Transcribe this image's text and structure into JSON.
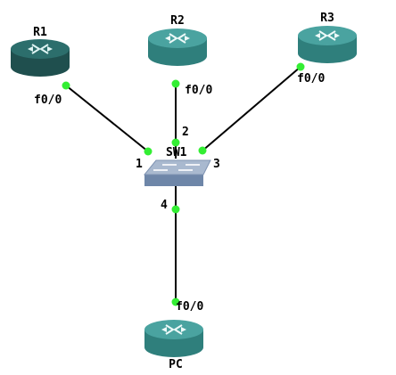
{
  "devices": {
    "r1": {
      "label": "R1"
    },
    "r2": {
      "label": "R2"
    },
    "r3": {
      "label": "R3"
    },
    "sw1": {
      "label": "SW1"
    },
    "pc": {
      "label": "PC"
    }
  },
  "ports": {
    "r1_f0_0": "f0/0",
    "r2_f0_0": "f0/0",
    "r3_f0_0": "f0/0",
    "pc_f0_0": "f0/0",
    "sw1_p1": "1",
    "sw1_p2": "2",
    "sw1_p3": "3",
    "sw1_p4": "4"
  },
  "colors": {
    "router_dark_top": "#2c6e6c",
    "router_dark_side": "#1f4f4e",
    "router_top": "#4aa3a0",
    "router_side": "#2f7f7c",
    "switch_top": "#a9b9cf",
    "switch_side": "#6e86a8",
    "link_up_dot": "#33ee33",
    "link_line": "#000000"
  },
  "icons": {
    "router": "router-icon",
    "switch": "switch-icon"
  }
}
